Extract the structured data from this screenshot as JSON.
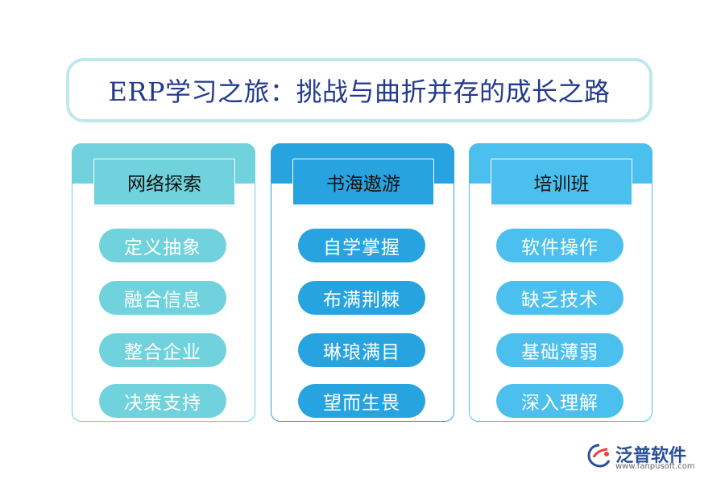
{
  "title": "ERP学习之旅：挑战与曲折并存的成长之路",
  "columns": [
    {
      "header": "网络探索",
      "items": [
        "定义抽象",
        "融合信息",
        "整合企业",
        "决策支持"
      ]
    },
    {
      "header": "书海遨游",
      "items": [
        "自学掌握",
        "布满荆棘",
        "琳琅满目",
        "望而生畏"
      ]
    },
    {
      "header": "培训班",
      "items": [
        "软件操作",
        "缺乏技术",
        "基础薄弱",
        "深入理解"
      ]
    }
  ],
  "logo": {
    "name": "泛普软件",
    "url": "www.fanpusoft.com",
    "icon": "fanpu-logo-icon"
  },
  "colors": {
    "teal": "#6fd2dc",
    "blue": "#27a4e0",
    "sky": "#4bc0ef",
    "title": "#233a8c"
  }
}
